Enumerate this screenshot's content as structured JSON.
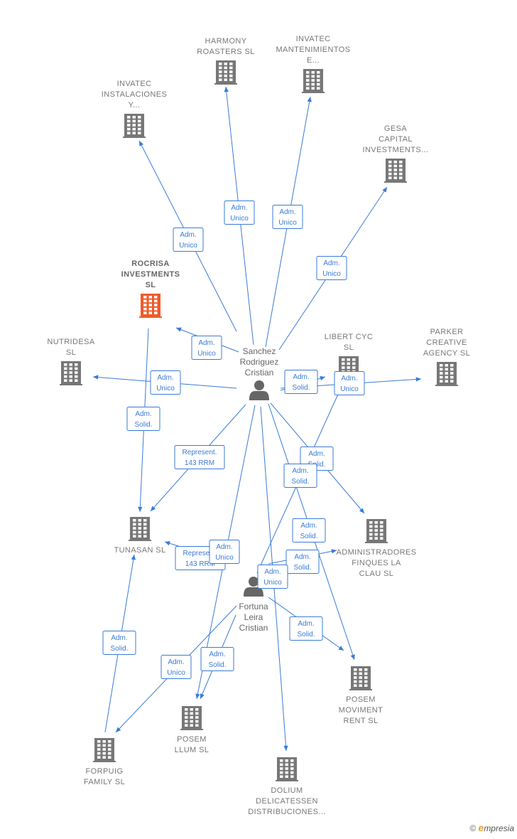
{
  "colors": {
    "edge": "#3a7bd5",
    "building": "#777777",
    "highlight": "#f05a28",
    "person": "#666666"
  },
  "nodes": [
    {
      "id": "harmony",
      "type": "company",
      "lines": [
        "HARMONY",
        "ROASTERS  SL"
      ]
    },
    {
      "id": "mantenimientos",
      "type": "company",
      "lines": [
        "INVATEC",
        "MANTENIMIENTOS",
        "E..."
      ]
    },
    {
      "id": "instalaciones",
      "type": "company",
      "lines": [
        "INVATEC",
        "INSTALACIONES",
        "Y..."
      ]
    },
    {
      "id": "gesa",
      "type": "company",
      "lines": [
        "GESA",
        "CAPITAL",
        "INVESTMENTS..."
      ]
    },
    {
      "id": "rocrisa",
      "type": "company",
      "highlight": true,
      "lines": [
        "ROCRISA",
        "INVESTMENTS",
        "SL"
      ]
    },
    {
      "id": "nutridesa",
      "type": "company",
      "lines": [
        "NUTRIDESA",
        "SL"
      ]
    },
    {
      "id": "libert",
      "type": "company",
      "lines": [
        "LIBERT CYC",
        "SL"
      ]
    },
    {
      "id": "parker",
      "type": "company",
      "lines": [
        "PARKER",
        "CREATIVE",
        "AGENCY  SL"
      ]
    },
    {
      "id": "tunasan",
      "type": "company",
      "lines": [
        "TUNASAN  SL"
      ]
    },
    {
      "id": "administradores",
      "type": "company",
      "lines": [
        "ADMINISTRADORES",
        "FINQUES LA",
        "CLAU  SL"
      ]
    },
    {
      "id": "forpuig",
      "type": "company",
      "lines": [
        "FORPUIG",
        "FAMILY  SL"
      ]
    },
    {
      "id": "posem_llum",
      "type": "company",
      "lines": [
        "POSEM",
        "LLUM  SL"
      ]
    },
    {
      "id": "posem_rent",
      "type": "company",
      "lines": [
        "POSEM",
        "MOVIMENT",
        "RENT  SL"
      ]
    },
    {
      "id": "dolium",
      "type": "company",
      "lines": [
        "DOLIUM",
        "DELICATESSEN",
        "DISTRIBUCIONES..."
      ]
    },
    {
      "id": "sanchez",
      "type": "person",
      "lines": [
        "Sanchez",
        "Rodriguez",
        "Cristian"
      ]
    },
    {
      "id": "fortuna",
      "type": "person",
      "lines": [
        "Fortuna",
        "Leira",
        "Cristian"
      ]
    }
  ],
  "edges": [
    {
      "from": "sanchez",
      "to": "harmony",
      "label": [
        "Adm.",
        "Unico"
      ]
    },
    {
      "from": "sanchez",
      "to": "mantenimientos",
      "label": [
        "Adm.",
        "Unico"
      ]
    },
    {
      "from": "sanchez",
      "to": "instalaciones",
      "label": [
        "Adm.",
        "Unico"
      ]
    },
    {
      "from": "sanchez",
      "to": "gesa",
      "label": [
        "Adm.",
        "Unico"
      ]
    },
    {
      "from": "sanchez",
      "to": "rocrisa",
      "label": [
        "Adm.",
        "Unico"
      ]
    },
    {
      "from": "sanchez",
      "to": "nutridesa",
      "label": [
        "Adm.",
        "Unico"
      ]
    },
    {
      "from": "sanchez",
      "to": "libert",
      "label": [
        "Adm.",
        "Solid."
      ]
    },
    {
      "from": "sanchez",
      "to": "parker",
      "label": [
        "Adm.",
        "Unico"
      ]
    },
    {
      "from": "rocrisa",
      "to": "tunasan",
      "label": [
        "Adm.",
        "Solid."
      ]
    },
    {
      "from": "sanchez",
      "to": "tunasan",
      "label": [
        "Represent.",
        "143 RRM"
      ]
    },
    {
      "from": "sanchez",
      "to": "administradores",
      "label": [
        "Adm.",
        "Solid."
      ]
    },
    {
      "from": "fortuna",
      "to": "libert",
      "label": [
        "Adm.",
        "Solid."
      ]
    },
    {
      "from": "sanchez",
      "to": "posem_rent",
      "label": [
        "Adm.",
        "Solid."
      ]
    },
    {
      "from": "fortuna",
      "to": "tunasan",
      "label": [
        "Represent.",
        "143 RRM"
      ]
    },
    {
      "from": "sanchez",
      "to": "posem_llum",
      "label": [
        "Adm.",
        "Unico"
      ]
    },
    {
      "from": "fortuna",
      "to": "administradores",
      "label": [
        "Adm.",
        "Solid."
      ]
    },
    {
      "from": "sanchez",
      "to": "dolium",
      "label": [
        "Adm.",
        "Unico"
      ]
    },
    {
      "from": "forpuig",
      "to": "tunasan",
      "label": [
        "Adm.",
        "Solid."
      ]
    },
    {
      "from": "fortuna",
      "to": "forpuig",
      "label": [
        "Adm.",
        "Unico"
      ]
    },
    {
      "from": "fortuna",
      "to": "posem_llum",
      "label": [
        "Adm.",
        "Solid."
      ]
    },
    {
      "from": "fortuna",
      "to": "posem_rent",
      "label": [
        "Adm.",
        "Solid."
      ]
    }
  ],
  "watermark": {
    "symbol": "©",
    "brand_initial": "e",
    "brand_rest": "mpresia"
  }
}
